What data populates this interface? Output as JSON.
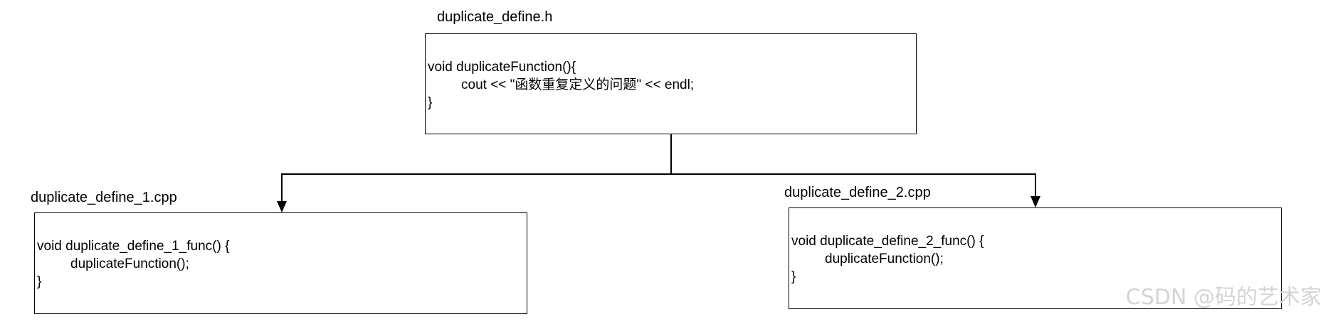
{
  "header_file": {
    "label": "duplicate_define.h",
    "code_lines": [
      "void duplicateFunction(){",
      "cout << \"函数重复定义的问题\" << endl;",
      "}"
    ]
  },
  "source_file_1": {
    "label": "duplicate_define_1.cpp",
    "code_lines": [
      "void duplicate_define_1_func() {",
      "duplicateFunction();",
      "}"
    ]
  },
  "source_file_2": {
    "label": "duplicate_define_2.cpp",
    "code_lines": [
      "void duplicate_define_2_func() {",
      "duplicateFunction();",
      "}"
    ]
  },
  "watermark": "CSDN @码的艺术家",
  "colors": {
    "line": "#000000",
    "watermark": "#d4d4d4"
  }
}
